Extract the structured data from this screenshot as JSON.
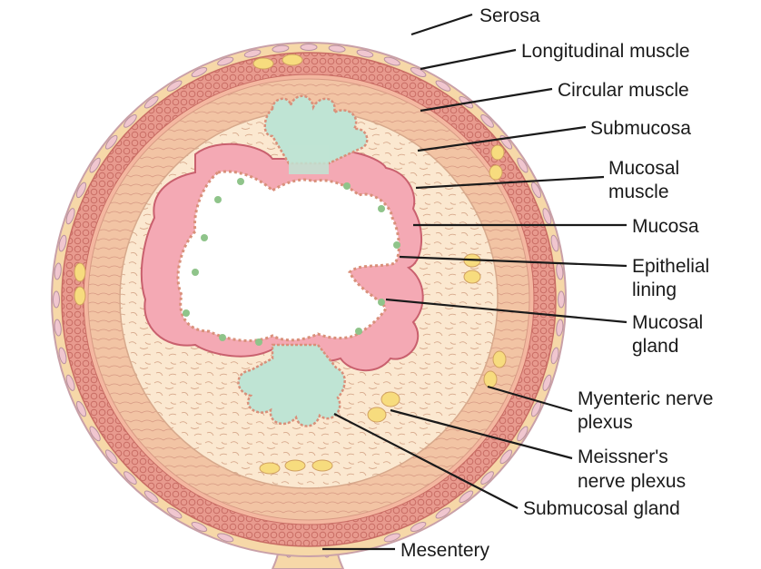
{
  "labels": {
    "serosa": "Serosa",
    "longitudinal_muscle": "Longitudinal muscle",
    "circular_muscle": "Circular muscle",
    "submucosa": "Submucosa",
    "mucosal_muscle_1": "Mucosal",
    "mucosal_muscle_2": "muscle",
    "mucosa": "Mucosa",
    "epithelial_lining_1": "Epithelial",
    "epithelial_lining_2": "lining",
    "mucosal_gland_1": "Mucosal",
    "mucosal_gland_2": "gland",
    "myenteric_plexus_1": "Myenteric nerve",
    "myenteric_plexus_2": "plexus",
    "meissner_plexus_1": "Meissner's",
    "meissner_plexus_2": "nerve plexus",
    "submucosal_gland": "Submucosal gland",
    "mesentery": "Mesentery"
  },
  "colors": {
    "serosa": "#f6d8a8",
    "serosa_edge": "#c9a0a8",
    "longitudinal_muscle": "#e89a8e",
    "circular_muscle": "#f2c4a4",
    "submucosa": "#fbe8d0",
    "mucosa": "#f4a9b4",
    "submucosal_gland": "#bfe4d4",
    "nerve_plexus": "#f7dc7e",
    "lumen": "#ffffff",
    "leader_line": "#1a1a1a"
  }
}
